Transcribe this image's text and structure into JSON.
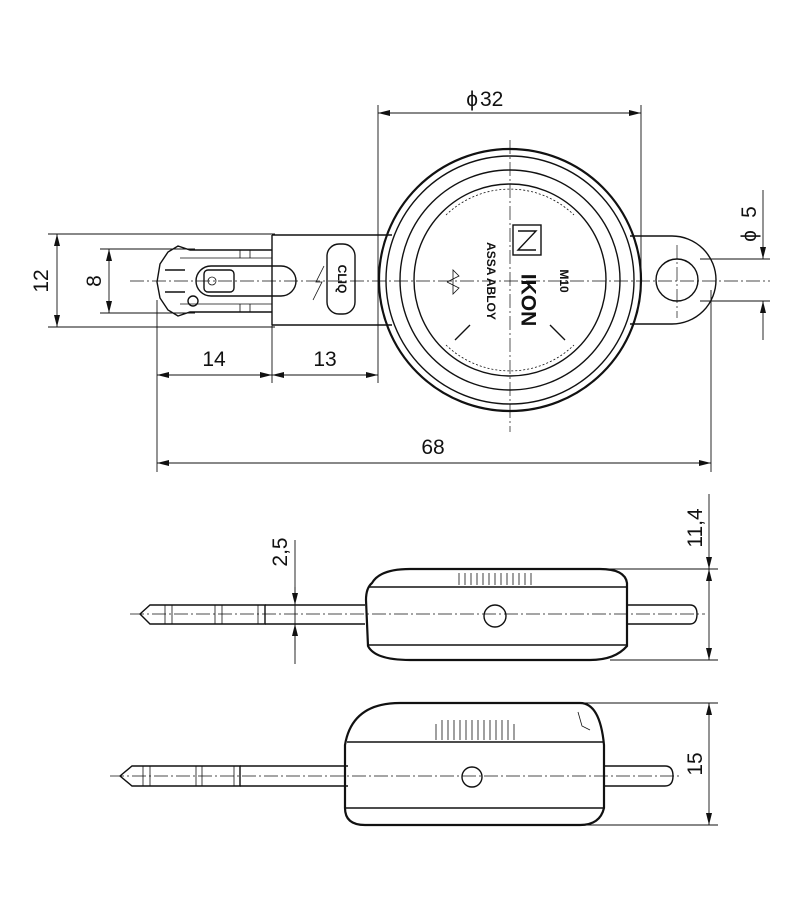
{
  "dimensions": {
    "diameter_body": "32",
    "diameter_hole": "5",
    "height_outer": "12",
    "height_inner": "8",
    "length_blade": "14",
    "length_shank": "13",
    "length_total": "68",
    "thickness_blade": "2,5",
    "height_side_1": "11,4",
    "height_side_2": "15"
  },
  "symbols": {
    "diameter": "ϕ"
  },
  "key_marking": {
    "brand": "CLIQ",
    "logo": "IKON",
    "company": "ASSA ABLOY",
    "model": "M10"
  },
  "colors": {
    "line": "#111111",
    "background": "#ffffff"
  }
}
